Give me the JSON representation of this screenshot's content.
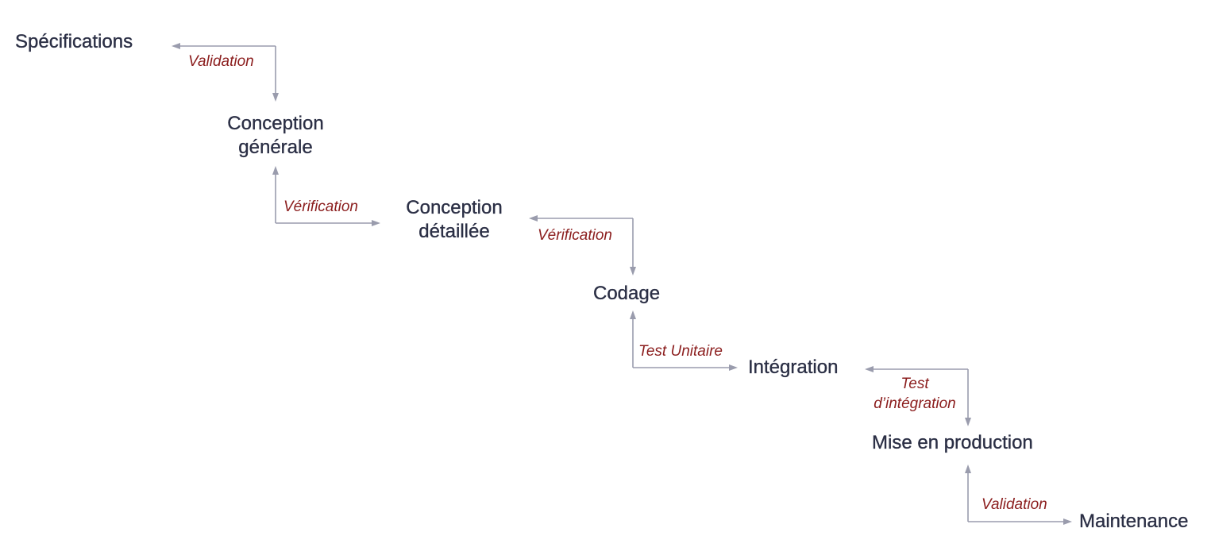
{
  "stages": {
    "specifications": "Spécifications",
    "conception_generale": [
      "Conception",
      "générale"
    ],
    "conception_detaillee": [
      "Conception",
      "détaillée"
    ],
    "codage": "Codage",
    "integration": "Intégration",
    "mise_en_production": "Mise en production",
    "maintenance": "Maintenance"
  },
  "checks": {
    "validation_1": "Validation",
    "verification_1": "Vérification",
    "verification_2": "Vérification",
    "test_unitaire": "Test Unitaire",
    "test_integration": [
      "Test",
      "d’intégration"
    ],
    "validation_2": "Validation"
  },
  "colors": {
    "stage_text": "#2b2f45",
    "check_text": "#8b1d1d",
    "connector": "#9a9cad",
    "background": "#ffffff"
  }
}
